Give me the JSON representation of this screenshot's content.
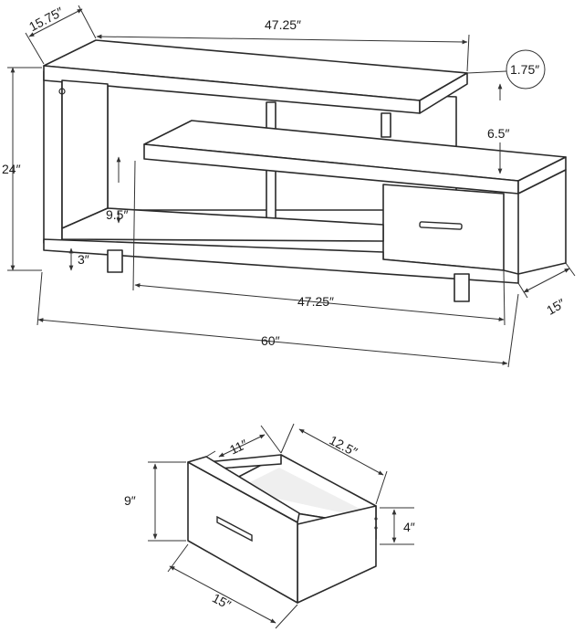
{
  "dimensions": {
    "top_shelf_depth": "15.75″",
    "top_shelf_width": "47.25″",
    "shelf_thickness": "1.75″",
    "shelf_gap": "6.5″",
    "overall_height": "24″",
    "lower_opening": "9.5″",
    "leg_height": "3″",
    "lower_shelf_width": "47.25″",
    "overall_depth": "15″",
    "overall_width": "60″"
  },
  "drawer": {
    "interior_width": "11″",
    "interior_depth": "12.5″",
    "front_height": "9″",
    "side_height": "4″",
    "front_width": "15″"
  }
}
